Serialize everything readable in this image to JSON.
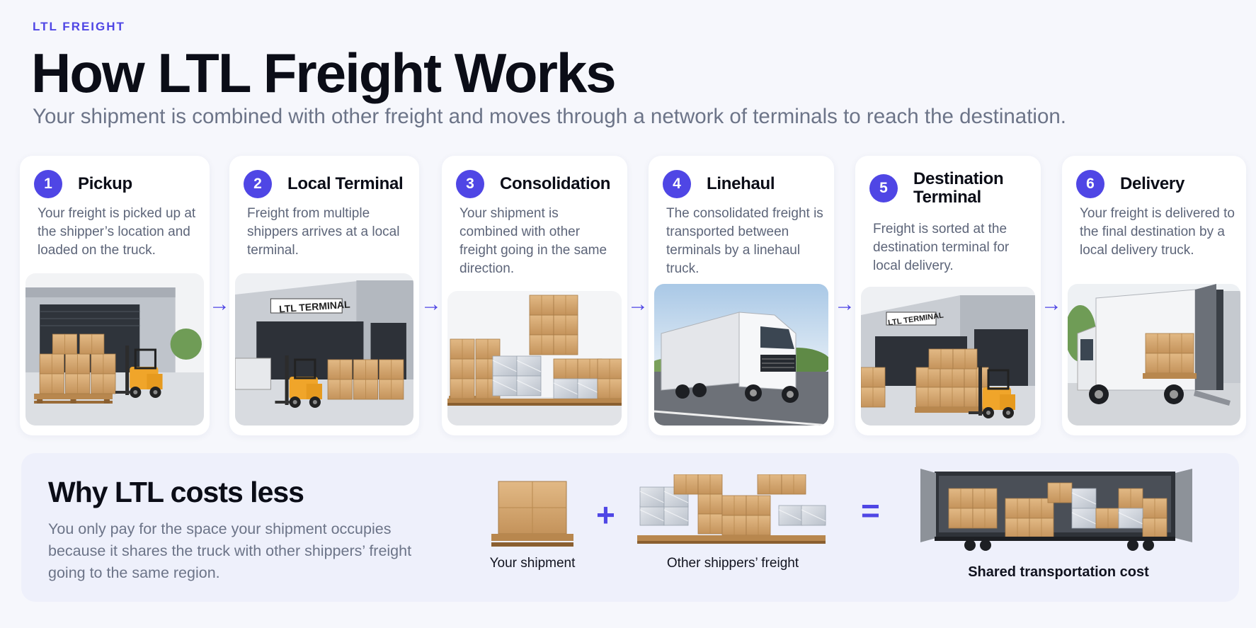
{
  "eyebrow": "LTL FREIGHT",
  "title": "How LTL Freight Works",
  "subtitle": "Your shipment is combined with other freight and moves through a network of terminals to reach the destination.",
  "accent_color": "#4f46e5",
  "steps": [
    {
      "number": "1",
      "title": "Pickup",
      "description": "Your freight is picked up at the shipper’s location and loaded on the truck.",
      "image": "warehouse-dock-with-forklift"
    },
    {
      "number": "2",
      "title": "Local Terminal",
      "description": "Freight from multiple shippers arrives at a local terminal.",
      "image": "terminal-building-with-forklift",
      "sign": "LTL TERMINAL"
    },
    {
      "number": "3",
      "title": "Consolidation",
      "description": "Your shipment is combined with other freight going in the same direction.",
      "image": "stacked-pallets"
    },
    {
      "number": "4",
      "title": "Linehaul",
      "description": "The consolidated freight is transported between terminals by a linehaul truck.",
      "image": "semi-truck-on-highway"
    },
    {
      "number": "5",
      "title": "Destination Terminal",
      "description": "Freight is sorted at the destination terminal for local delivery.",
      "image": "terminal-building-with-forklift",
      "sign": "LTL TERMINAL"
    },
    {
      "number": "6",
      "title": "Delivery",
      "description": "Your freight is delivered to the final destination by a local delivery truck.",
      "image": "box-truck-unloading"
    }
  ],
  "arrow_icon": "arrow-right-icon",
  "why": {
    "title": "Why LTL costs less",
    "description": "You only pay for the space your shipment occupies because it shares the truck with other shippers’ freight going to the same region.",
    "your_shipment_label": "Your shipment",
    "plus": "+",
    "other_label": "Other shippers’ freight",
    "equals": "=",
    "shared_label": "Shared transportation cost"
  }
}
